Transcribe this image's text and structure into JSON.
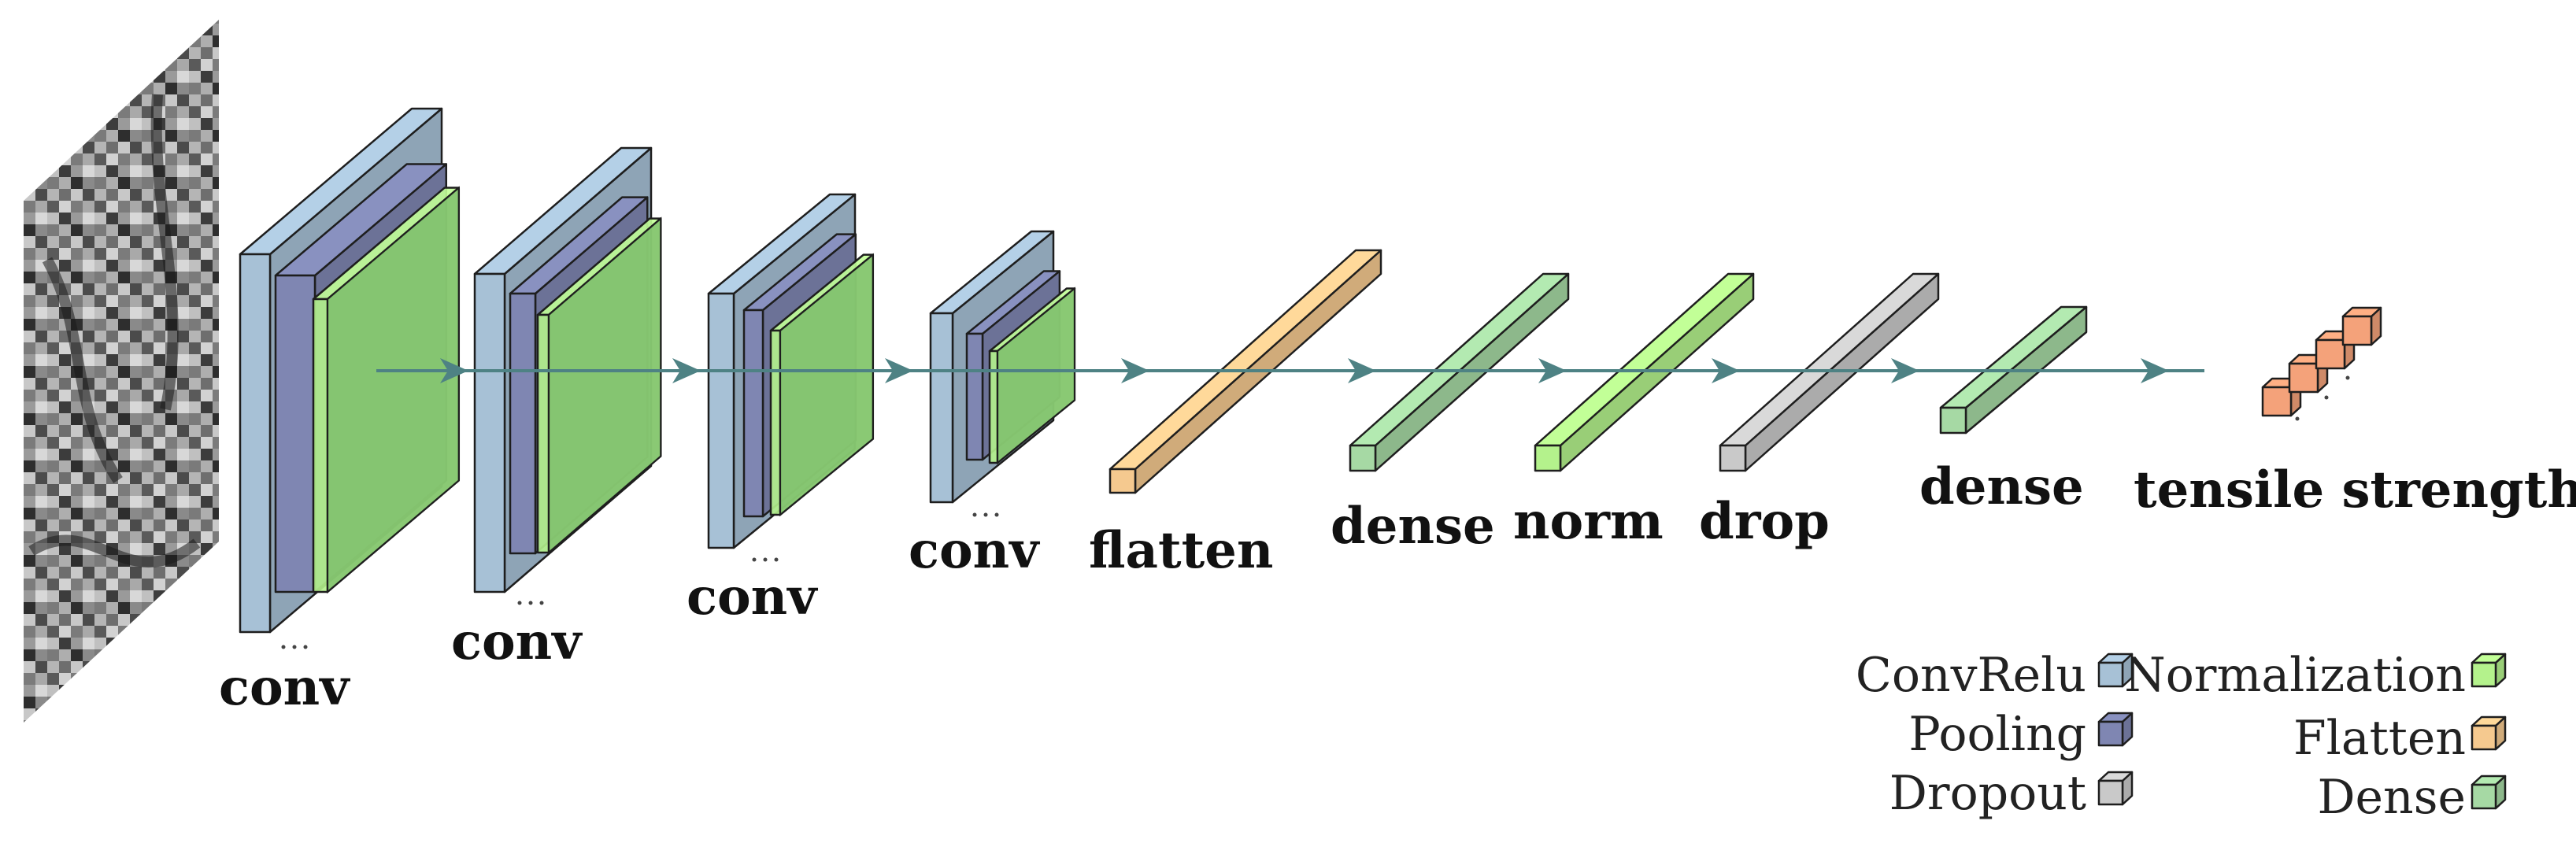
{
  "colors": {
    "conv_relu": "#a7c1d6",
    "pooling": "#7f86b2",
    "normalization": "#b4f28c",
    "flatten": "#f5c98f",
    "dense": "#a6d9a4",
    "dropout": "#c9c9c9",
    "output": "#f4a27a",
    "arrow": "#4e8284",
    "edge": "#1e1e1e"
  },
  "stages": {
    "conv1": "conv",
    "conv2": "conv",
    "conv3": "conv",
    "conv4": "conv",
    "flatten": "flatten",
    "dense1": "dense",
    "norm": "norm",
    "drop": "drop",
    "dense2": "dense",
    "output": "tensile strength"
  },
  "legend": [
    {
      "label": "ConvRelu",
      "color": "#a7c1d6",
      "icon": "convrelu-cube-icon"
    },
    {
      "label": "Pooling",
      "color": "#7f86b2",
      "icon": "pooling-cube-icon"
    },
    {
      "label": "Dropout",
      "color": "#c9c9c9",
      "icon": "dropout-cube-icon"
    },
    {
      "label": "Normalization",
      "color": "#b4f28c",
      "icon": "normalization-cube-icon"
    },
    {
      "label": "Flatten",
      "color": "#f5c98f",
      "icon": "flatten-cube-icon"
    },
    {
      "label": "Dense",
      "color": "#a6d9a4",
      "icon": "dense-cube-icon"
    }
  ]
}
